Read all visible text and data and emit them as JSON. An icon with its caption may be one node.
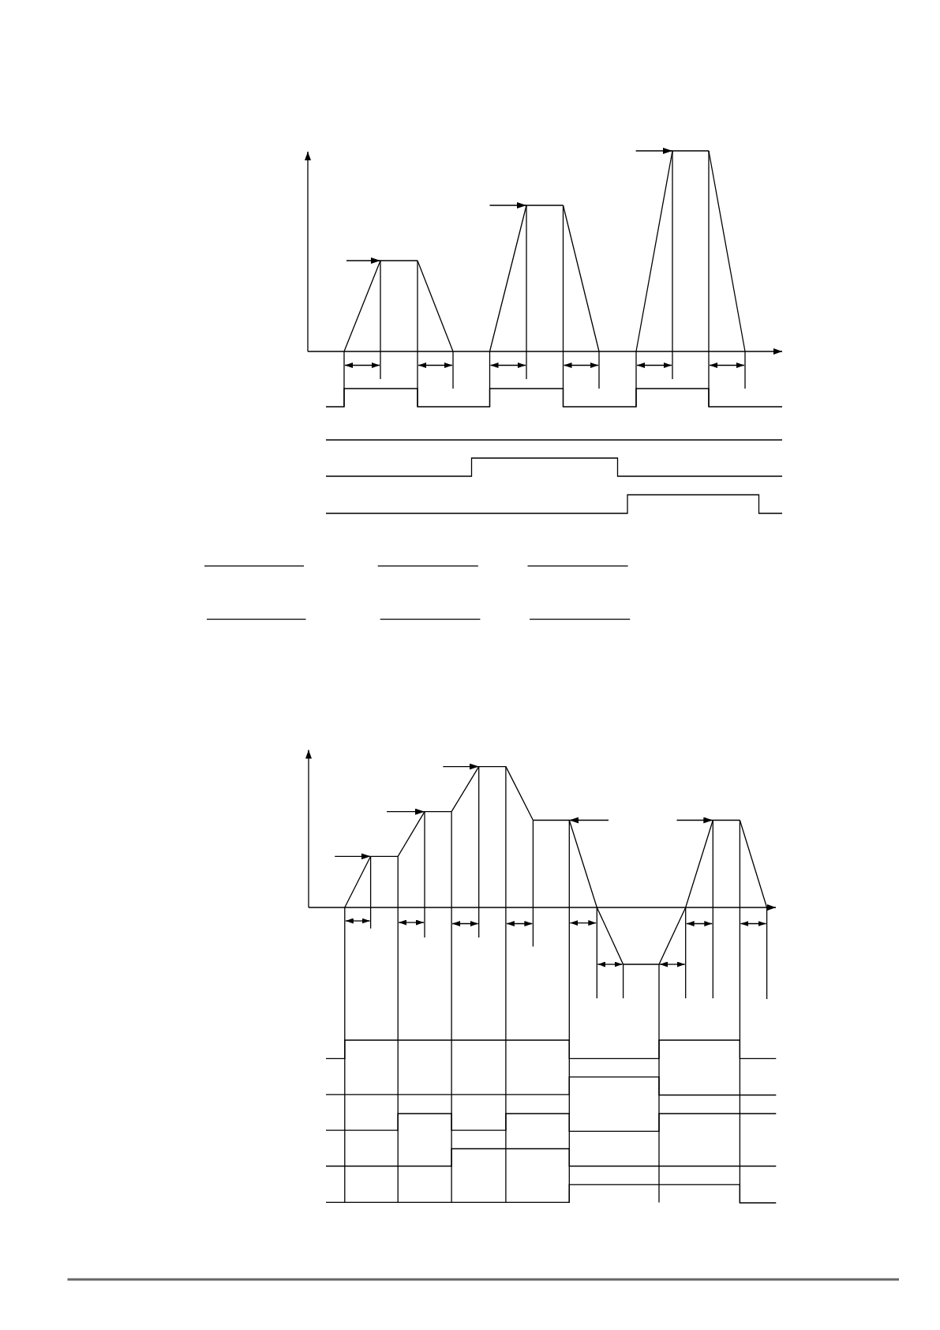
{
  "diagram": {
    "nodes": [
      {
        "text": [],
        "shape": "line"
      },
      {
        "text": [],
        "shape": "line"
      },
      {
        "text": [],
        "shape": "line"
      },
      {
        "text": [],
        "shape": "line"
      },
      {
        "text": [],
        "shape": "line"
      },
      {
        "text": [],
        "shape": "line"
      },
      {
        "text": [],
        "shape": "line"
      },
      {
        "text": [],
        "shape": "line"
      }
    ],
    "edges": [
      {
        "from": null,
        "to": 0,
        "arrow": "to"
      },
      {
        "from": null,
        "to": 1,
        "arrow": "to"
      },
      {
        "from": null,
        "to": 2,
        "arrow": "to"
      },
      {
        "from": null,
        "to": 3,
        "arrow": "to"
      },
      {
        "from": null,
        "to": 4,
        "arrow": "to"
      },
      {
        "from": null,
        "to": 5,
        "arrow": "to"
      },
      {
        "from": null,
        "to": 6,
        "arrow": "to"
      },
      {
        "from": null,
        "to": 7,
        "arrow": "to"
      }
    ]
  }
}
